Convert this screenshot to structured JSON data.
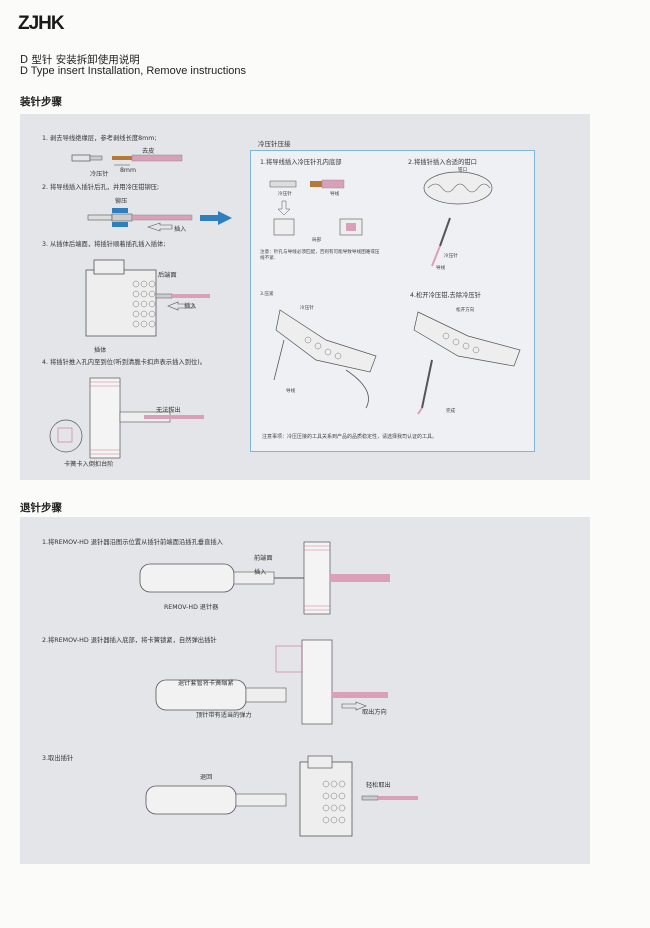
{
  "header": {
    "logo": "ZJHK",
    "title_cn": "D 型针 安装拆卸使用说明",
    "title_en": "D Type insert  Installation, Remove instructions"
  },
  "install": {
    "heading": "装针步骤",
    "step1": "1. 剥去导线绝缘层，参考剥线长度8mm;",
    "step1_label_strip": "去皮",
    "step1_label_len": "8mm",
    "step1_label_pin": "冷压针",
    "step2": "2. 将导线插入插针后孔，并用冷压钳铆压;",
    "step2_label_crimp": "铆压",
    "step2_label_insert": "插入",
    "step3": "3. 从插体后端面，将插针顺着插孔插入插体;",
    "step3_label_rear": "后端面",
    "step3_label_insert": "插入",
    "step3_label_body": "插体",
    "step4": "4. 将插针推入孔内至到位(听到清脆卡扣声表示插入到位)。",
    "step4_label_nopull": "无法拔出",
    "step4_label_spring": "卡簧卡入倒扣台阶"
  },
  "crimp": {
    "title": "冷压针压接",
    "s1": "1.将导线插入冷压针孔内底部",
    "s1_pin": "冷压针",
    "s1_wire": "导线",
    "s1_good": "局部",
    "s1_note": "注意：针孔与导线必须匹配，否则有可能导致导线困难或压线不紧.",
    "s2": "2.将插针插入合适的钳口",
    "s2_jaw": "钳口",
    "s2_pin": "冷压针",
    "s2_wire": "导线",
    "s3": "3.压紧",
    "s3_pin": "冷压针",
    "s3_wire": "导线",
    "s4": "4.松开冷压钳,去除冷压针",
    "s4_dir": "松开方向",
    "s4_done": "完成",
    "footer": "注意事项：冷压压接的工具关系到产品的品质稳定性，请选择我司认证的工具。"
  },
  "remove": {
    "heading": "退针步骤",
    "step1": "1.将REMOV-HD 退针器沿图示位置从插针前端面沿插孔垂直插入",
    "step1_front": "前端面",
    "step1_insert": "插入",
    "step1_tool": "REMOV-HD 退针器",
    "step2": "2.将REMOV-HD 退针器插入底部，将卡簧锁紧，自然弹出插针",
    "step2_sleeve": "退针套管将卡簧缩紧",
    "step2_spring": "顶针带有适当的弹力",
    "step2_out": "取出方向",
    "step3": "3.取出插针",
    "step3_back": "退回",
    "step3_take": "轻松取出"
  },
  "colors": {
    "panel": "#e3e5e8",
    "wire": "#d9a0b8",
    "arrow": "#2f7fc0",
    "crimp_border": "#7fb6d8"
  }
}
